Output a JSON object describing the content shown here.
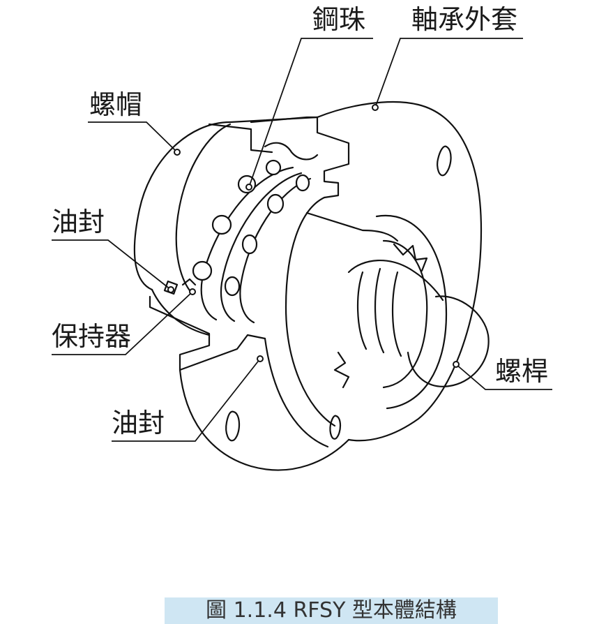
{
  "labels": {
    "steel_ball": "鋼珠",
    "bearing_outer": "軸承外套",
    "nut": "螺帽",
    "oil_seal_top": "油封",
    "retainer": "保持器",
    "oil_seal_bottom": "油封",
    "screw_shaft": "螺桿"
  },
  "caption": "圖 1.1.4 RFSY 型本體結構",
  "colors": {
    "caption_bg": "#cfe6f3",
    "line": "#111111"
  }
}
